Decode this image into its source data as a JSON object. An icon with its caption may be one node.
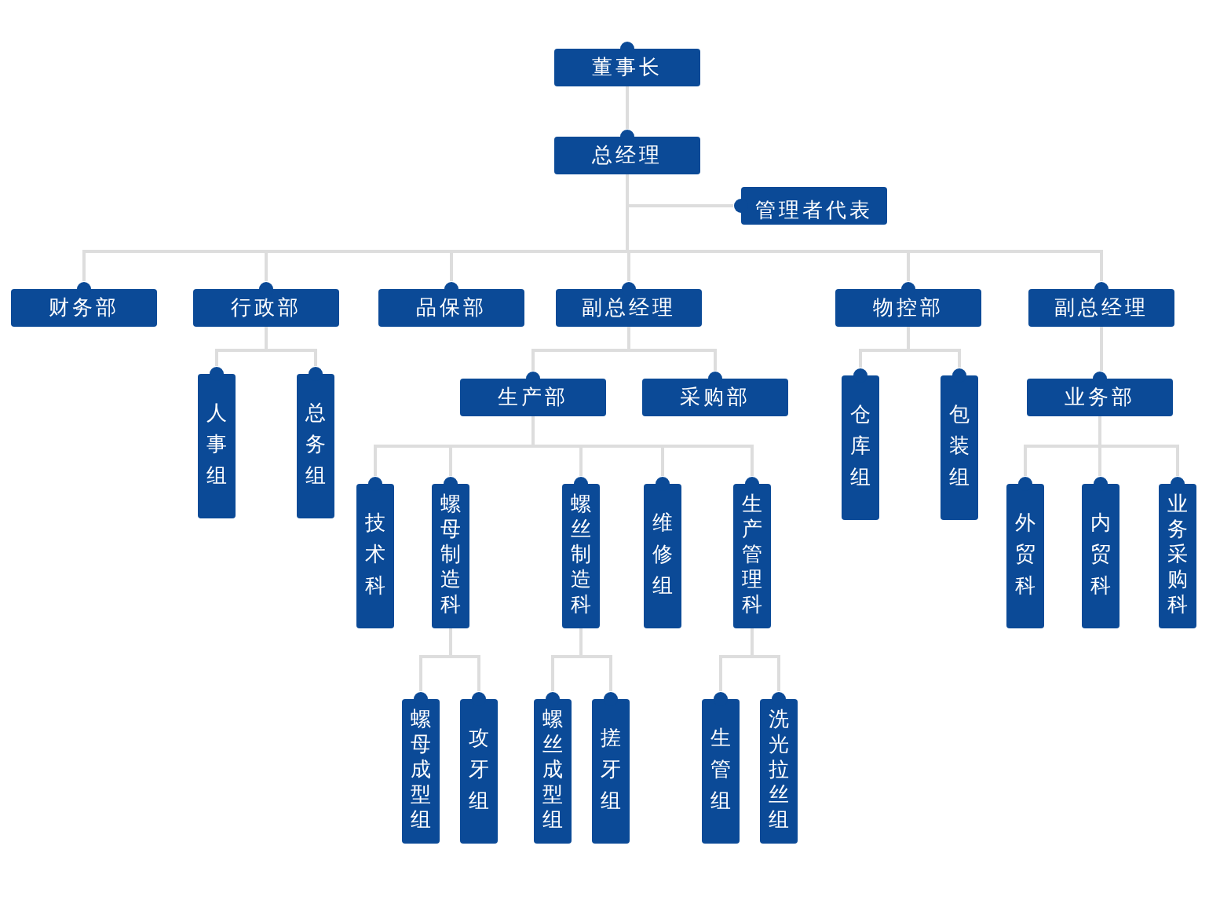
{
  "diagram": {
    "nodes": [
      {
        "text": [
          "董事长"
        ]
      },
      {
        "text": [
          "总经理"
        ]
      },
      {
        "text": [
          "管理者代表"
        ]
      },
      {
        "text": [
          "财务部"
        ]
      },
      {
        "text": [
          "行政部"
        ]
      },
      {
        "text": [
          "品保部"
        ]
      },
      {
        "text": [
          "副总经理"
        ]
      },
      {
        "text": [
          "物控部"
        ]
      },
      {
        "text": [
          "副总经理"
        ]
      },
      {
        "text": [
          "人事组"
        ]
      },
      {
        "text": [
          "总务组"
        ]
      },
      {
        "text": [
          "生产部"
        ]
      },
      {
        "text": [
          "采购部"
        ]
      },
      {
        "text": [
          "仓库组"
        ]
      },
      {
        "text": [
          "包装组"
        ]
      },
      {
        "text": [
          "业务部"
        ]
      },
      {
        "text": [
          "技术科"
        ]
      },
      {
        "text": [
          "螺母制造科"
        ]
      },
      {
        "text": [
          "螺丝制造科"
        ]
      },
      {
        "text": [
          "维修组"
        ]
      },
      {
        "text": [
          "生产管理科"
        ]
      },
      {
        "text": [
          "外贸科"
        ]
      },
      {
        "text": [
          "内贸科"
        ]
      },
      {
        "text": [
          "业务采购科"
        ]
      },
      {
        "text": [
          "螺母成型组"
        ]
      },
      {
        "text": [
          "攻牙组"
        ]
      },
      {
        "text": [
          "螺丝成型组"
        ]
      },
      {
        "text": [
          "搓牙组"
        ]
      },
      {
        "text": [
          "生管组"
        ]
      },
      {
        "text": [
          "洗光拉丝组"
        ]
      }
    ],
    "edges": [
      {
        "from": 0,
        "to": 1,
        "arrow": "none"
      },
      {
        "from": 1,
        "to": 2,
        "arrow": "none"
      },
      {
        "from": 1,
        "to": 3,
        "arrow": "none"
      },
      {
        "from": 1,
        "to": 4,
        "arrow": "none"
      },
      {
        "from": 1,
        "to": 5,
        "arrow": "none"
      },
      {
        "from": 1,
        "to": 6,
        "arrow": "none"
      },
      {
        "from": 1,
        "to": 7,
        "arrow": "none"
      },
      {
        "from": 1,
        "to": 8,
        "arrow": "none"
      },
      {
        "from": 4,
        "to": 9,
        "arrow": "none"
      },
      {
        "from": 4,
        "to": 10,
        "arrow": "none"
      },
      {
        "from": 6,
        "to": 11,
        "arrow": "none"
      },
      {
        "from": 6,
        "to": 12,
        "arrow": "none"
      },
      {
        "from": 7,
        "to": 13,
        "arrow": "none"
      },
      {
        "from": 7,
        "to": 14,
        "arrow": "none"
      },
      {
        "from": 8,
        "to": 15,
        "arrow": "none"
      },
      {
        "from": 11,
        "to": 16,
        "arrow": "none"
      },
      {
        "from": 11,
        "to": 17,
        "arrow": "none"
      },
      {
        "from": 11,
        "to": 18,
        "arrow": "none"
      },
      {
        "from": 11,
        "to": 19,
        "arrow": "none"
      },
      {
        "from": 11,
        "to": 20,
        "arrow": "none"
      },
      {
        "from": 15,
        "to": 21,
        "arrow": "none"
      },
      {
        "from": 15,
        "to": 22,
        "arrow": "none"
      },
      {
        "from": 15,
        "to": 23,
        "arrow": "none"
      },
      {
        "from": 17,
        "to": 24,
        "arrow": "none"
      },
      {
        "from": 17,
        "to": 25,
        "arrow": "none"
      },
      {
        "from": 18,
        "to": 26,
        "arrow": "none"
      },
      {
        "from": 18,
        "to": 27,
        "arrow": "none"
      },
      {
        "from": 20,
        "to": 28,
        "arrow": "none"
      },
      {
        "from": 20,
        "to": 29,
        "arrow": "none"
      }
    ]
  }
}
